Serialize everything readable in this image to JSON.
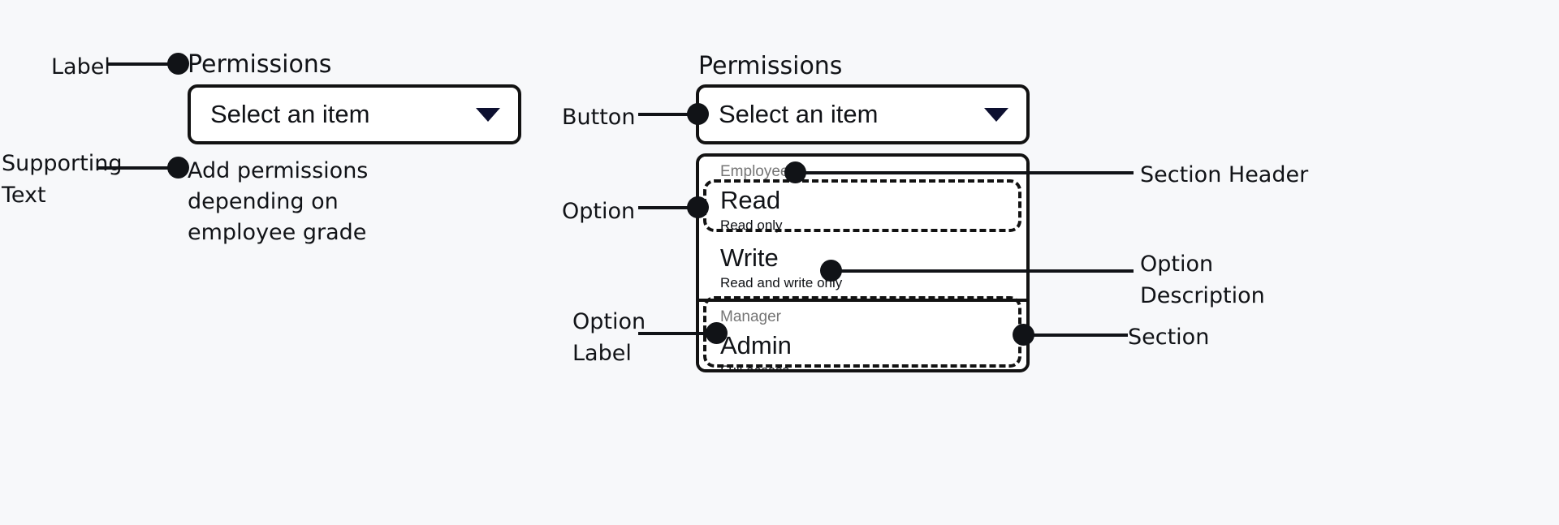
{
  "canvas": {
    "background": "#f7f8fa",
    "ink": "#111317",
    "muted": "#757575",
    "chevron_color": "#0d1030"
  },
  "left_example": {
    "label": "Permissions",
    "select": {
      "value": "Select an item",
      "chevron_icon": "chevron-down-icon"
    },
    "supporting_text": "Add permissions depending on\nemployee grade",
    "annotations": [
      {
        "name": "label",
        "text": "Label"
      },
      {
        "name": "supporting-text",
        "text": "Supporting\nText"
      }
    ]
  },
  "right_example": {
    "label": "Permissions",
    "select": {
      "value": "Select an item",
      "chevron_icon": "chevron-down-icon"
    },
    "listbox": {
      "sections": [
        {
          "header": "Employees",
          "options": [
            {
              "label": "Read",
              "description": "Read only"
            },
            {
              "label": "Write",
              "description": "Read and write only"
            }
          ]
        },
        {
          "header": "Manager",
          "options": [
            {
              "label": "Admin",
              "description": "Full access"
            }
          ]
        }
      ]
    },
    "annotations": [
      {
        "name": "button",
        "text": "Button"
      },
      {
        "name": "option",
        "text": "Option"
      },
      {
        "name": "option-label",
        "text": "Option\nLabel"
      },
      {
        "name": "section-header",
        "text": "Section Header"
      },
      {
        "name": "option-description",
        "text": "Option\nDescription"
      },
      {
        "name": "section",
        "text": "Section"
      }
    ]
  }
}
